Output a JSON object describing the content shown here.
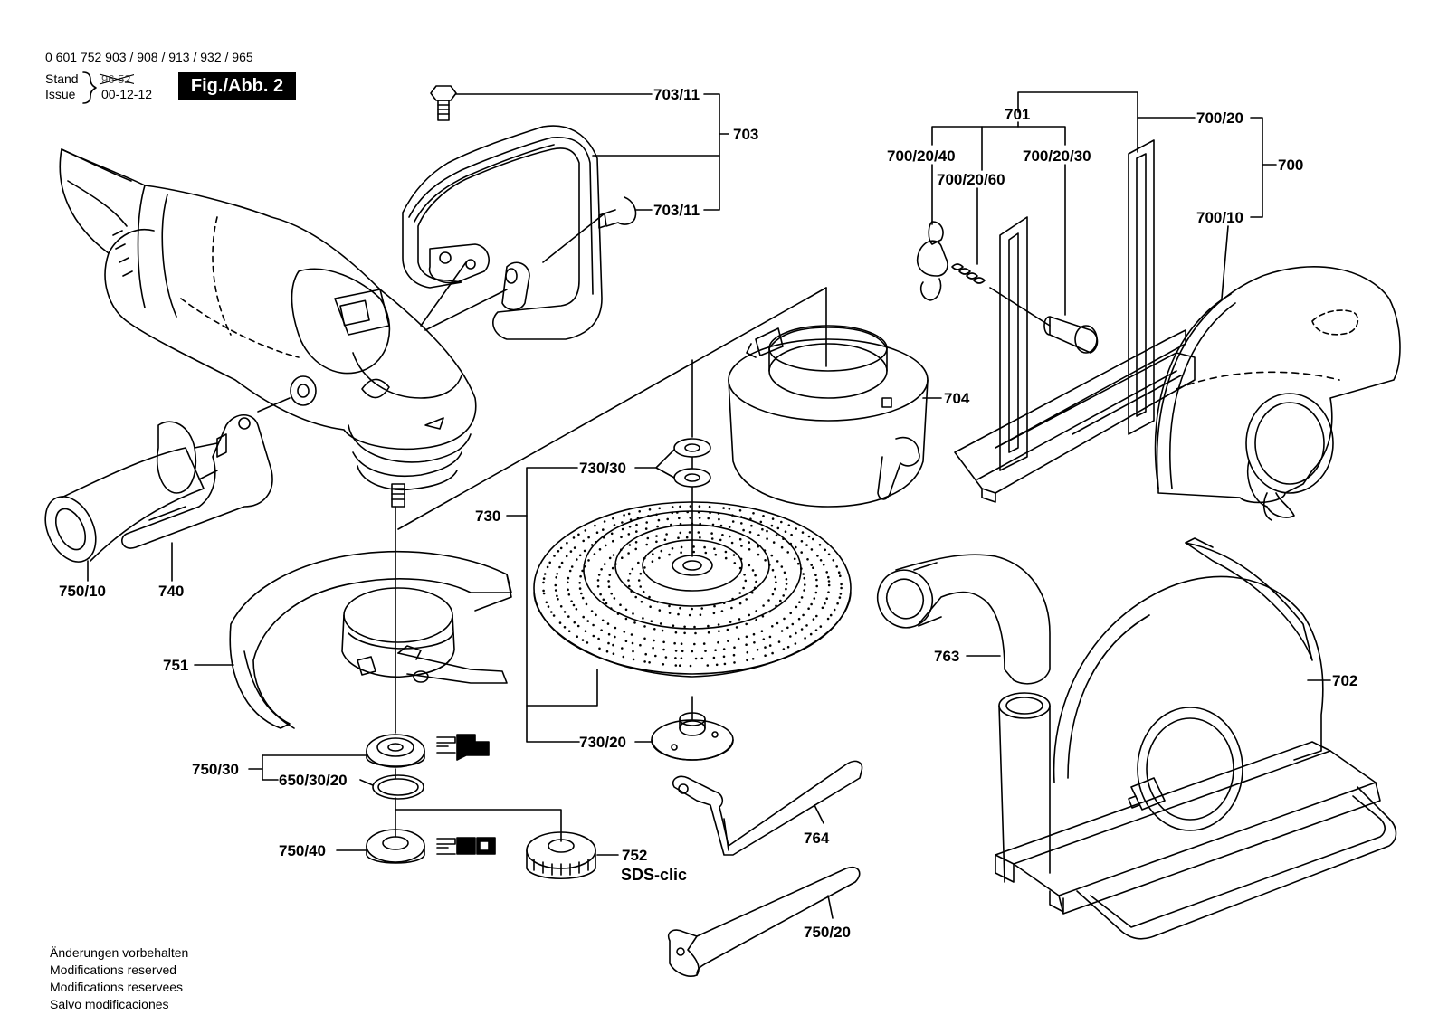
{
  "header": {
    "model_numbers": "0 601 752 903 / 908 / 913 / 932 / 965",
    "stand_label": "Stand",
    "issue_label": "Issue",
    "stand_value": "00-12-12",
    "figure_label": "Fig./Abb. 2"
  },
  "notes": [
    "Änderungen vorbehalten",
    "Modifications reserved",
    "Modifications reservees",
    "Salvo modificaciones"
  ],
  "parts": {
    "p703_11_top": "703/11",
    "p703": "703",
    "p703_11_mid": "703/11",
    "p701": "701",
    "p700_20": "700/20",
    "p700": "700",
    "p700_20_40": "700/20/40",
    "p700_20_60": "700/20/60",
    "p700_20_30": "700/20/30",
    "p700_10": "700/10",
    "p704": "704",
    "p730_30": "730/30",
    "p730": "730",
    "p750_10": "750/10",
    "p740": "740",
    "p751": "751",
    "p763": "763",
    "p702": "702",
    "p730_20": "730/20",
    "p750_30": "750/30",
    "p650_30_20": "650/30/20",
    "p764": "764",
    "p750_40": "750/40",
    "p752": "752",
    "sds": "SDS-clic",
    "p750_20": "750/20"
  }
}
